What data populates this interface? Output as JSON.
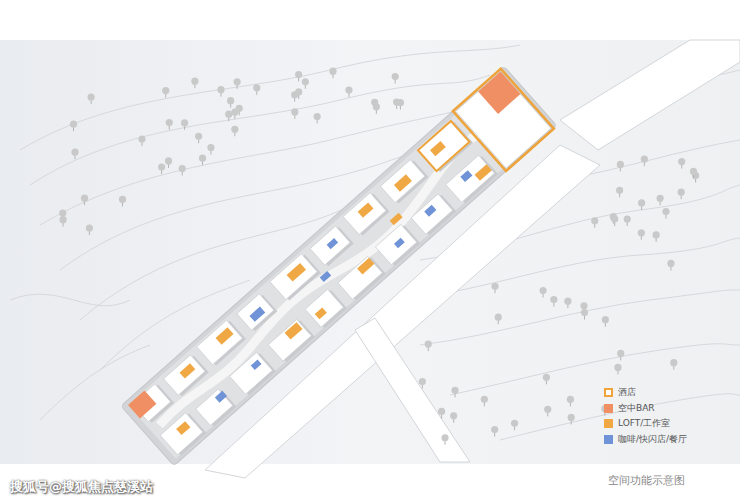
{
  "diagram": {
    "caption": "空间功能示意图",
    "labels": [
      "搜狐号@搜狐焦点慈溪站"
    ],
    "legend": [
      {
        "text": "酒店",
        "color": "#eea43a"
      },
      {
        "text": "空中BAR",
        "color": "#ef8f63"
      },
      {
        "text": "LOFT/工作室",
        "color": "#f0a845"
      },
      {
        "text": "咖啡/快闪店/餐厅",
        "color": "#6f93d6"
      }
    ]
  }
}
